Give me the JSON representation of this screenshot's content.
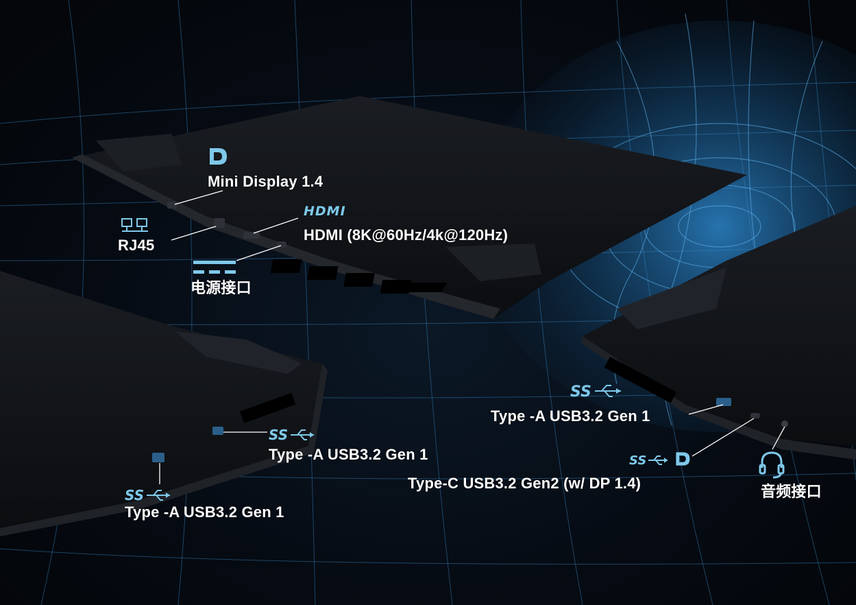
{
  "labels": {
    "mini_display": "Mini Display 1.4",
    "rj45": "RJ45",
    "hdmi_logo": "HDMI",
    "hdmi": "HDMI (8K@60Hz/4k@120Hz)",
    "power": "电源接口",
    "usb_a_left_upper": "Type -A USB3.2 Gen 1",
    "usb_a_left_lower": "Type -A USB3.2 Gen 1",
    "usb_a_right": "Type -A USB3.2 Gen 1",
    "usb_c_right": "Type-C USB3.2 Gen2 (w/ DP 1.4)",
    "audio": "音频接口"
  },
  "icons": {
    "displayport": "displayport-icon",
    "network": "network-icon",
    "hdmi": "hdmi-logo",
    "power": "dc-power-icon",
    "usb_superspeed": "usb-ss-icon",
    "headset": "headset-icon"
  },
  "colors": {
    "accent": "#7ec9ea",
    "label": "#ffffff",
    "background": "#05080e",
    "laptop": "#0f1114"
  }
}
